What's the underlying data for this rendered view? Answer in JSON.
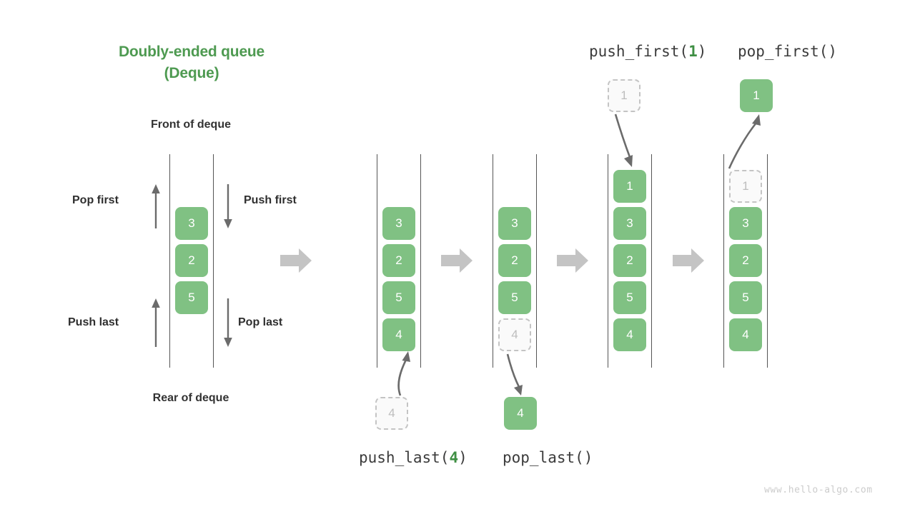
{
  "title": {
    "line1": "Doubly-ended queue",
    "line2": "(Deque)"
  },
  "colors": {
    "accent_green": "#4e9a51",
    "box_green": "#80c183",
    "ghost_fill": "#fafafa",
    "ghost_border": "#c4c4c4",
    "ghost_text": "#bdbdbd",
    "rail": "#555555",
    "block_arrow": "#c4c4c4",
    "motion_arrow": "#6b6b6b",
    "text": "#333333",
    "watermark": "#cccccc"
  },
  "captions": {
    "front": "Front of deque",
    "rear": "Rear of deque"
  },
  "operations": {
    "pop_first": "Pop first",
    "push_first": "Push first",
    "push_last": "Push last",
    "pop_last": "Pop last"
  },
  "code_labels": {
    "push_first": {
      "prefix": "push_first(",
      "arg": "1",
      "suffix": ")"
    },
    "pop_first": {
      "text": "pop_first()"
    },
    "push_last": {
      "prefix": "push_last(",
      "arg": "4",
      "suffix": ")"
    },
    "pop_last": {
      "text": "pop_last()"
    }
  },
  "panels": [
    {
      "id": "base-deque",
      "name": "base-deque",
      "items": [
        {
          "value": "3",
          "state": "filled"
        },
        {
          "value": "2",
          "state": "filled"
        },
        {
          "value": "5",
          "state": "filled"
        }
      ]
    },
    {
      "id": "push-last-before",
      "name": "push-last-result",
      "items": [
        {
          "value": "3",
          "state": "filled"
        },
        {
          "value": "2",
          "state": "filled"
        },
        {
          "value": "5",
          "state": "filled"
        },
        {
          "value": "4",
          "state": "filled"
        }
      ],
      "external": {
        "value": "4",
        "state": "ghost",
        "position": "below"
      }
    },
    {
      "id": "pop-last",
      "name": "pop-last-result",
      "items": [
        {
          "value": "3",
          "state": "filled"
        },
        {
          "value": "2",
          "state": "filled"
        },
        {
          "value": "5",
          "state": "filled"
        },
        {
          "value": "4",
          "state": "ghost"
        }
      ],
      "external": {
        "value": "4",
        "state": "filled",
        "position": "below"
      }
    },
    {
      "id": "push-first",
      "name": "push-first-result",
      "items": [
        {
          "value": "1",
          "state": "filled"
        },
        {
          "value": "3",
          "state": "filled"
        },
        {
          "value": "2",
          "state": "filled"
        },
        {
          "value": "5",
          "state": "filled"
        },
        {
          "value": "4",
          "state": "filled"
        }
      ],
      "external": {
        "value": "1",
        "state": "ghost",
        "position": "above"
      }
    },
    {
      "id": "pop-first",
      "name": "pop-first-result",
      "items": [
        {
          "value": "1",
          "state": "ghost"
        },
        {
          "value": "3",
          "state": "filled"
        },
        {
          "value": "2",
          "state": "filled"
        },
        {
          "value": "5",
          "state": "filled"
        },
        {
          "value": "4",
          "state": "filled"
        }
      ],
      "external": {
        "value": "1",
        "state": "filled",
        "position": "above"
      }
    }
  ],
  "watermark": "www.hello-algo.com"
}
